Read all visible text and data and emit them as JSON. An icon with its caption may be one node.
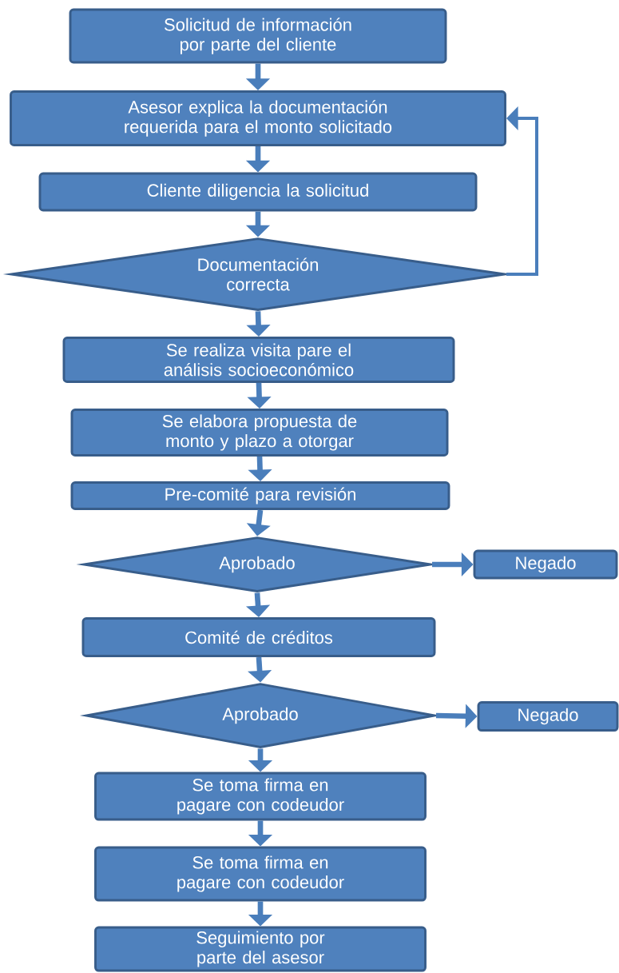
{
  "diagram": {
    "nodes": [
      {
        "text": [
          "Solicitud de información por parte del cliente"
        ]
      },
      {
        "text": [
          "Asesor explica la documentación requerida para el monto solicitado"
        ]
      },
      {
        "text": [
          "Cliente diligencia la solicitud"
        ]
      },
      {
        "text": [
          "Documentación correcta"
        ]
      },
      {
        "text": [
          "Se realiza visita pare el análisis socioeconómico"
        ]
      },
      {
        "text": [
          "Se elabora propuesta de monto y plazo a otorgar"
        ]
      },
      {
        "text": [
          "Pre-comité para revisión"
        ]
      },
      {
        "text": [
          "Aprobado"
        ]
      },
      {
        "text": [
          "Negado"
        ]
      },
      {
        "text": [
          "Comité de créditos"
        ]
      },
      {
        "text": [
          "Aprobado"
        ]
      },
      {
        "text": [
          "Negado"
        ]
      },
      {
        "text": [
          "Se toma firma en pagare con codeudor"
        ]
      },
      {
        "text": [
          "Se toma firma en pagare con codeudor"
        ]
      },
      {
        "text": [
          "Seguimiento por parte del asesor"
        ]
      }
    ],
    "edges": [
      {
        "from": 0,
        "to": 1,
        "arrow": "to"
      },
      {
        "from": 1,
        "to": 2,
        "arrow": "to"
      },
      {
        "from": 2,
        "to": 3,
        "arrow": "to"
      },
      {
        "from": 3,
        "to": 1,
        "arrow": "to"
      },
      {
        "from": 3,
        "to": 4,
        "arrow": "to"
      },
      {
        "from": 4,
        "to": 5,
        "arrow": "to"
      },
      {
        "from": 5,
        "to": 6,
        "arrow": "to"
      },
      {
        "from": 6,
        "to": 7,
        "arrow": "to"
      },
      {
        "from": 7,
        "to": 8,
        "arrow": "to"
      },
      {
        "from": 7,
        "to": 9,
        "arrow": "to"
      },
      {
        "from": 9,
        "to": 10,
        "arrow": "to"
      },
      {
        "from": 10,
        "to": 11,
        "arrow": "to"
      },
      {
        "from": 10,
        "to": 12,
        "arrow": "to"
      },
      {
        "from": 12,
        "to": 13,
        "arrow": "to"
      },
      {
        "from": 13,
        "to": 14,
        "arrow": "to"
      }
    ]
  }
}
